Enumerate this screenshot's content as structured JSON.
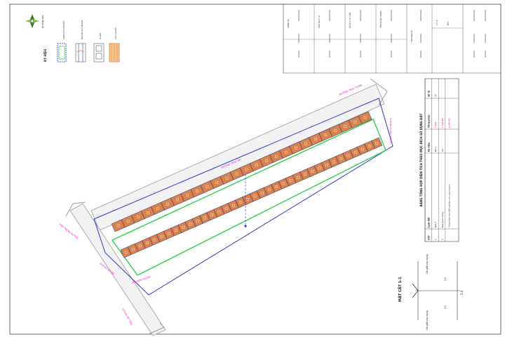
{
  "legend": {
    "title": "KÝ HIỆU",
    "north_label": "HƯỚNG BẮC",
    "items": [
      {
        "label": "RANH GIỚI KHU ĐẤT"
      },
      {
        "label": "ĐƯỜNG QUY HOẠCH"
      },
      {
        "label": "LÔ ĐẤT"
      },
      {
        "label": "CỐT CAO ĐỘ"
      }
    ]
  },
  "plan": {
    "road_labels": [
      {
        "text": "ĐƯỜNG TRỤC XÃ"
      },
      {
        "text": "ĐƯỜNG TRỤC THÔN"
      },
      {
        "text": "HIỆN TRẠNG ĐƯỜNG"
      },
      {
        "text": "ĐƯỜNG NỘI BỘ"
      },
      {
        "text": "ĐẤT NÔNG NGHIỆP"
      },
      {
        "text": "ĐƯỜNG BÊ TÔNG"
      },
      {
        "text": "ĐƯỜNG ĐI KHU DÂN CƯ"
      }
    ],
    "lot_rows": [
      {
        "count": 26
      },
      {
        "count": 36
      }
    ]
  },
  "table": {
    "title": "BẢNG TỔNG HỢP DIỆN TÍCH THEO MỤC ĐÍCH SỬ DỤNG ĐẤT",
    "headers": [
      "STT",
      "Loại đất",
      "Ký hiệu",
      "Tổng (m2)",
      "Số lô"
    ],
    "rows": [
      [
        "1",
        "Đất ở",
        "ĐO-1",
        "3.032",
        "37"
      ],
      [
        "2",
        "Đất giao thông",
        "GT",
        "1.335,00",
        ""
      ],
      [
        "",
        "Tổng diện tích đất nghiên cứu quy hoạch",
        "",
        "8.367,00",
        ""
      ]
    ]
  },
  "section": {
    "title": "MẶT CẮT 1-1",
    "left_label": "Chỉ giới xây dựng",
    "right_label": "Chỉ giới xây dựng",
    "dim_left": "2.5",
    "dim_right": "2.5",
    "dim_total": "5.0"
  },
  "title_block": {
    "client_header": "UBND XÃ",
    "client_name": "CHỦ ĐẦU TƯ",
    "consultant": "ĐƠN VỊ TƯ VẤN",
    "project": "TÊN CÔNG TRÌNH",
    "drawing": "TÊN BẢN VẼ",
    "scale": "TỶ LỆ",
    "sheet_no": "KH"
  },
  "colors": {
    "lot_fill": "#d9824b",
    "lot_outline": "#1f1f6f",
    "boundary": "#2a35c9",
    "road": "#9a9a9a",
    "setback": "#2fd04a",
    "label": "#ff00d8",
    "table_accent": "#e00000"
  }
}
